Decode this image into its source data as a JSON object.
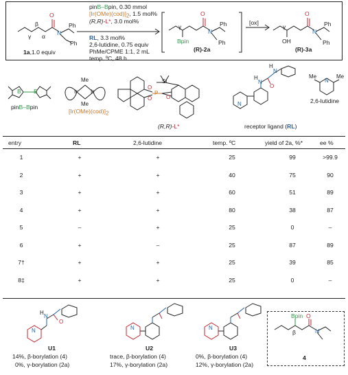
{
  "scheme": {
    "substrate_label": "1a",
    "substrate_equiv": ",1.0 equiv",
    "greek_alpha": "α",
    "greek_beta": "β",
    "greek_gamma": "γ",
    "atom_O": "O",
    "atom_N": "N",
    "group_Ph": "Ph",
    "cond_line1_pre": "pin",
    "cond_line1_B": "B–B",
    "cond_line1_post": "pin, 0.30 mmol",
    "cond_line2_cat": "[Ir(OMe)(cod)]",
    "cond_line2_sub": "2",
    "cond_line2_amt": ", 1.5 mol%",
    "cond_line3_lig": "(R,R)-",
    "cond_line3_L": "L*",
    "cond_line3_amt": ", 3.0 mol%",
    "cond_line4_RL": "RL",
    "cond_line4_amt": ", 3.3 mol%",
    "cond_line5": "2,6-lutidine, 0.75 equiv",
    "cond_line6": "PhMe/CPME 1:1, 2 mL",
    "cond_line7": "temp. ºC, 48 h",
    "bracket_product": "(R)-2a",
    "bpin_label": "Bpin",
    "ox_label": "[ox]",
    "oh_label": "OH",
    "final_product": "(R)-3a"
  },
  "reagents": {
    "pinBBpin_pre": "pin",
    "pinBBpin_B": "B–B",
    "pinBBpin_post": "pin",
    "ir_cat": "[Ir(OMe)(cod)]",
    "ir_sub": "2",
    "atom_Me": "Me",
    "atom_Ir": "Ir",
    "atom_O": "O",
    "atom_P": "P",
    "atom_Si": "Si",
    "lig_label_pre": "(R,R)-",
    "lig_label_L": "L*",
    "rl_label_pre": "receptor ligand (",
    "rl_label_RL": "RL",
    "rl_label_post": ")",
    "atom_N": "N",
    "atom_H": "H",
    "lutidine_label": "2,6-lutidine"
  },
  "table": {
    "headers": [
      "entry",
      "RL",
      "2,6-lutidine",
      "temp. ºC",
      "yield of 2a, %*",
      "ee %"
    ],
    "rows": [
      [
        "1",
        "+",
        "+",
        "25",
        "99",
        ">99.9"
      ],
      [
        "2",
        "+",
        "+",
        "40",
        "75",
        "90"
      ],
      [
        "3",
        "+",
        "+",
        "60",
        "51",
        "89"
      ],
      [
        "4",
        "+",
        "+",
        "80",
        "38",
        "87"
      ],
      [
        "5",
        "–",
        "+",
        "25",
        "0",
        "–"
      ],
      [
        "6",
        "+",
        "–",
        "25",
        "87",
        "89"
      ],
      [
        "7†",
        "+",
        "+",
        "25",
        "39",
        "85"
      ],
      [
        "8‡",
        "+",
        "+",
        "25",
        "0",
        "–"
      ]
    ]
  },
  "controls": {
    "u1": {
      "label": "U1",
      "line1": "14%, β-borylation (4)",
      "line2": "0%, γ-borylation (2a)"
    },
    "u2": {
      "label": "U2",
      "line1": "trace, β-borylation (4)",
      "line2": "17%, γ-borylation (2a)"
    },
    "u3": {
      "label": "U3",
      "line1": "0%, β-borylation (4)",
      "line2": "12%, γ-borylation (2a)"
    },
    "atom_N": "N",
    "atom_H": "H",
    "atom_O": "O",
    "compound4_label": "4",
    "bpin_label": "Bpin",
    "beta": "β"
  }
}
